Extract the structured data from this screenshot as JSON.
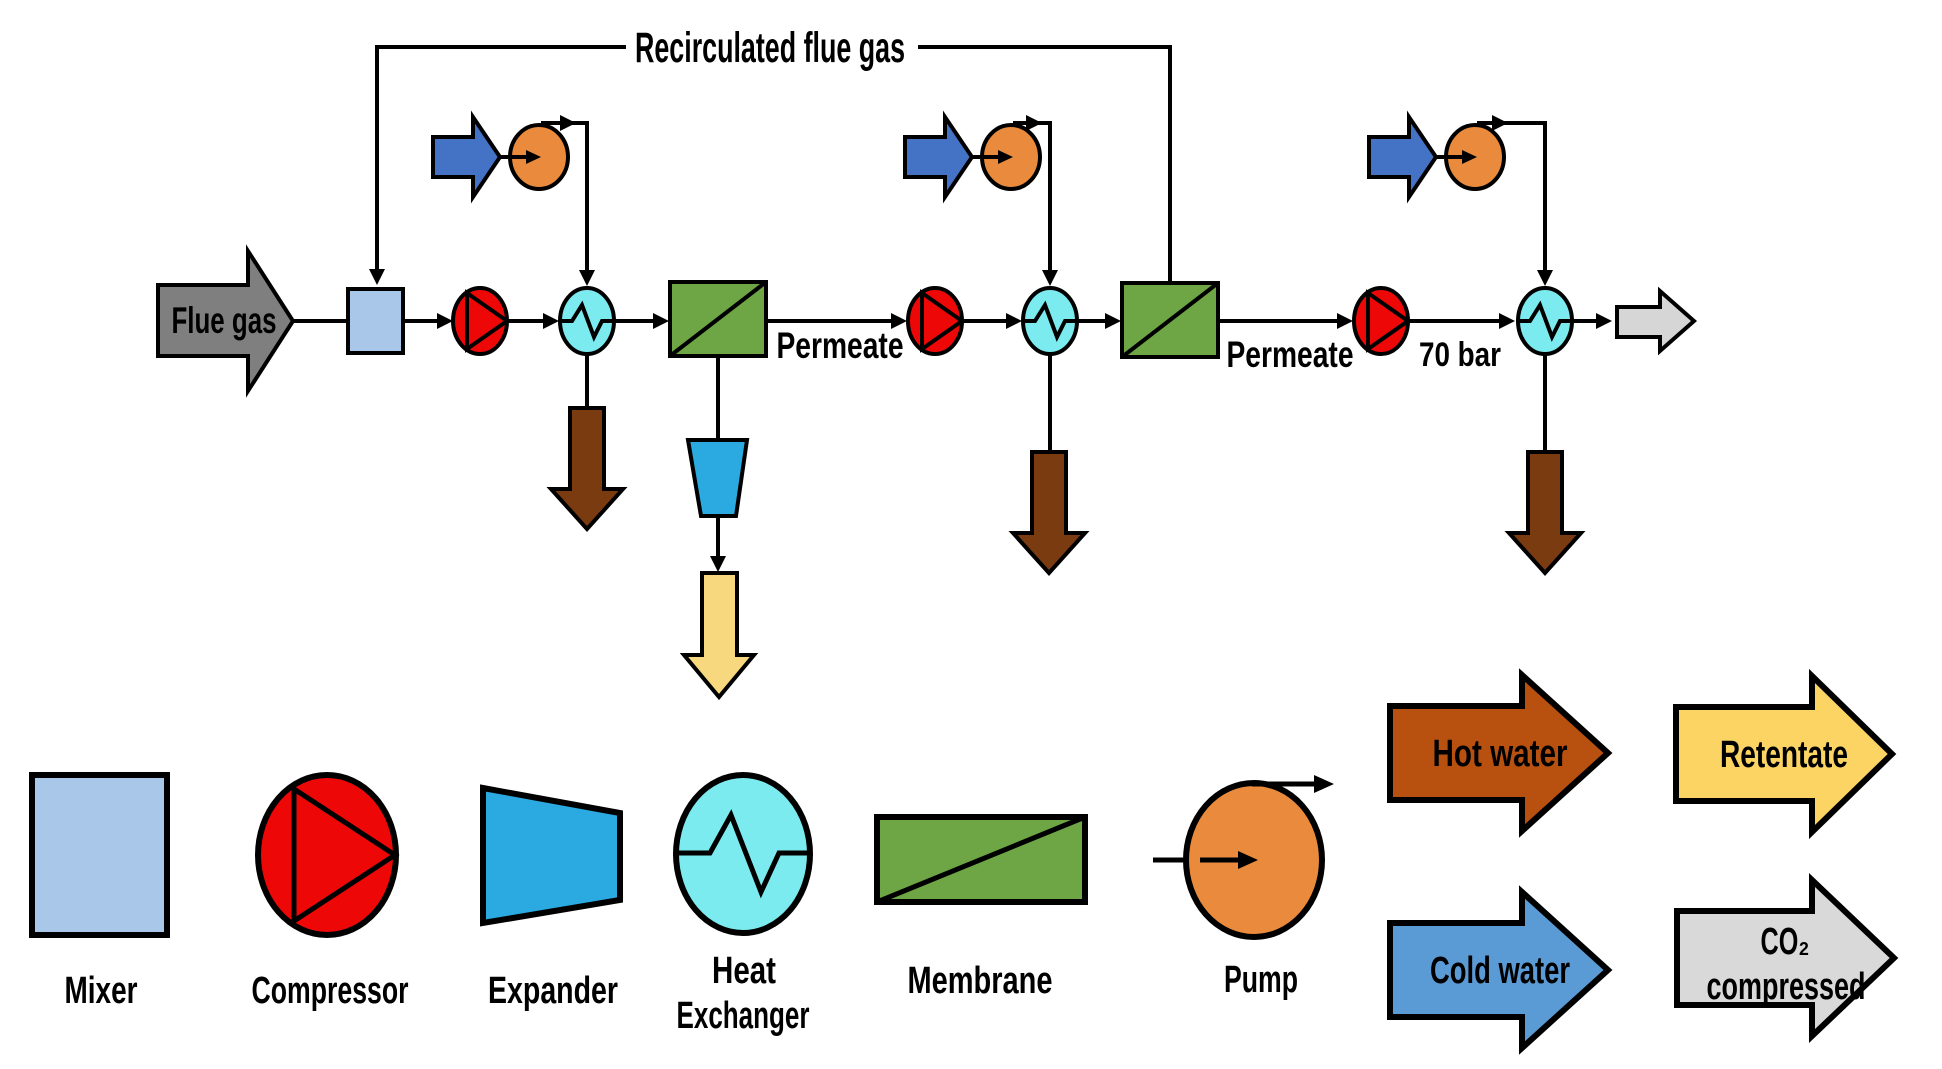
{
  "diagram": {
    "recirculation_label": "Recirculated flue gas",
    "flue_gas_label": "Flue gas",
    "permeate_label_1": "Permeate",
    "permeate_label_2": "Permeate",
    "pressure_label": "70 bar"
  },
  "legend": {
    "mixer": "Mixer",
    "compressor": "Compressor",
    "expander": "Expander",
    "heat_exchanger_line1": "Heat",
    "heat_exchanger_line2": "Exchanger",
    "membrane": "Membrane",
    "pump": "Pump",
    "hot_water": "Hot water",
    "cold_water": "Cold water",
    "retentate": "Retentate",
    "co2_line1": "CO₂",
    "co2_line2": "compressed"
  },
  "colors": {
    "flue_gas": "#7F7F7F",
    "mixer": "#A9C7E8",
    "compressor": "#EE0707",
    "heat_exchanger": "#7CEBF0",
    "membrane": "#6EA645",
    "pump": "#E98A3C",
    "expander": "#2BAAE2",
    "cold_water_stream": "#4472C4",
    "hot_water_stream": "#7B3B10",
    "retentate_stream": "#F8D87E",
    "co2_stream": "#D6D6D6",
    "legend_hot_water": "#B85110",
    "legend_cold_water": "#5B9BD5",
    "legend_retentate": "#FBD464",
    "legend_co2": "#D9D9D9",
    "line": "#000000"
  }
}
